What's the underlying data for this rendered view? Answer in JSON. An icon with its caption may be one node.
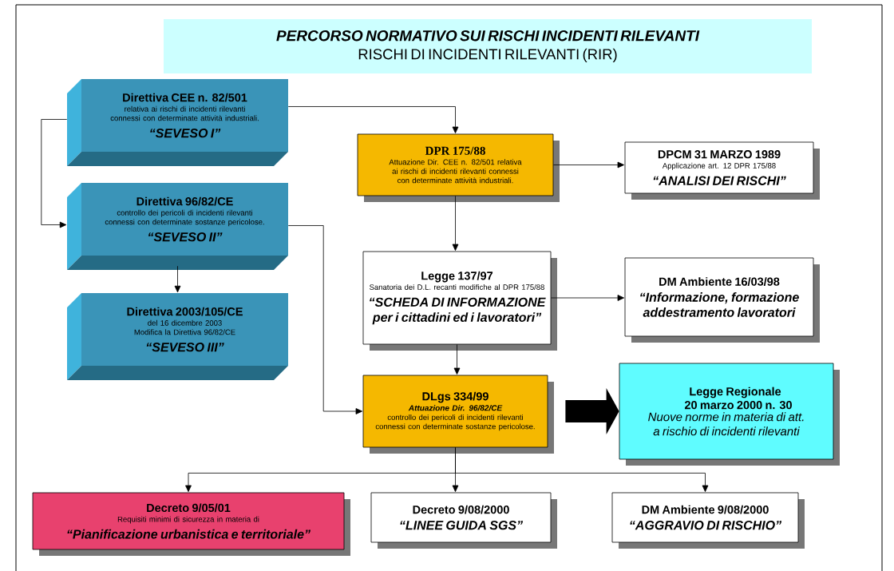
{
  "diagram": {
    "nodes": [
      {
        "text": [
          "PERCORSO NORMATIVO SUI RISCHI INCIDENTI RILEVANTI",
          "RISCHI DI INCIDENTI RILEVANTI (RIR)"
        ]
      },
      {
        "text": [
          "Direttiva CEE n. 82/501",
          "relativa ai rischi di incidenti rilevanti connessi con determinate attività industriali.",
          "“SEVESO I”"
        ]
      },
      {
        "text": [
          "Direttiva 96/82/CE",
          "controllo dei pericoli di incidenti rilevanti connessi con determinate sostanze pericolose.",
          "“SEVESO II”"
        ]
      },
      {
        "text": [
          "Direttiva 2003/105/CE",
          "del 16 dicembre 2003 Modifica la Direttiva 96/82/CE",
          "“SEVESO III”"
        ]
      },
      {
        "text": [
          "DPR 175/88",
          "Attuazione Dir.  CEE n. 82/501 relativa ai rischi di incidenti rilevanti connessi con determinate attività industriali."
        ]
      },
      {
        "text": [
          "DPCM 31 MARZO 1989",
          "Applicazione art. 12 DPR 175/88",
          "“ANALISI DEI RISCHI”"
        ]
      },
      {
        "text": [
          "Legge 137/97",
          "Sanatoria dei D.L. recanti modifiche al DPR 175/88",
          "“SCHEDA DI INFORMAZIONE per i cittadini ed i lavoratori”"
        ]
      },
      {
        "text": [
          "DM Ambiente 16/03/98",
          "“Informazione, formazione addestramento lavoratori"
        ]
      },
      {
        "text": [
          "DLgs 334/99",
          "Attuazione Dir. 96/82/CE",
          "controllo dei pericoli di incidenti rilevanti connessi con determinate sostanze pericolose."
        ]
      },
      {
        "text": [
          "Legge Regionale 20 marzo 2000 n. 30",
          "Nuove norme in materia di att. a rischio di incidenti rilevanti"
        ]
      },
      {
        "text": [
          "Decreto 9/05/01",
          "Requisiti minimi di sicurezza in materia di",
          "“Pianificazione urbanistica e territoriale”"
        ]
      },
      {
        "text": [
          "Decreto 9/08/2000",
          "“LINEE GUIDA SGS”"
        ]
      },
      {
        "text": [
          "DM Ambiente 9/08/2000",
          "“AGGRAVIO DI RISCHIO”"
        ]
      }
    ],
    "edges": [
      {
        "from": 1,
        "to": 4,
        "arrow": "to"
      },
      {
        "from": 1,
        "to": 2,
        "arrow": "to"
      },
      {
        "from": 2,
        "to": 3,
        "arrow": "to"
      },
      {
        "from": 2,
        "to": 8,
        "arrow": "to"
      },
      {
        "from": 4,
        "to": 5,
        "arrow": "to"
      },
      {
        "from": 4,
        "to": 6,
        "arrow": "to"
      },
      {
        "from": 6,
        "to": 7,
        "arrow": "to"
      },
      {
        "from": 6,
        "to": 8,
        "arrow": "to"
      },
      {
        "from": 8,
        "to": 9,
        "arrow": "to",
        "style": "thick"
      },
      {
        "from": 8,
        "to": 10,
        "arrow": "to"
      },
      {
        "from": 8,
        "to": 11,
        "arrow": "to"
      },
      {
        "from": 8,
        "to": 12,
        "arrow": "to"
      }
    ]
  }
}
